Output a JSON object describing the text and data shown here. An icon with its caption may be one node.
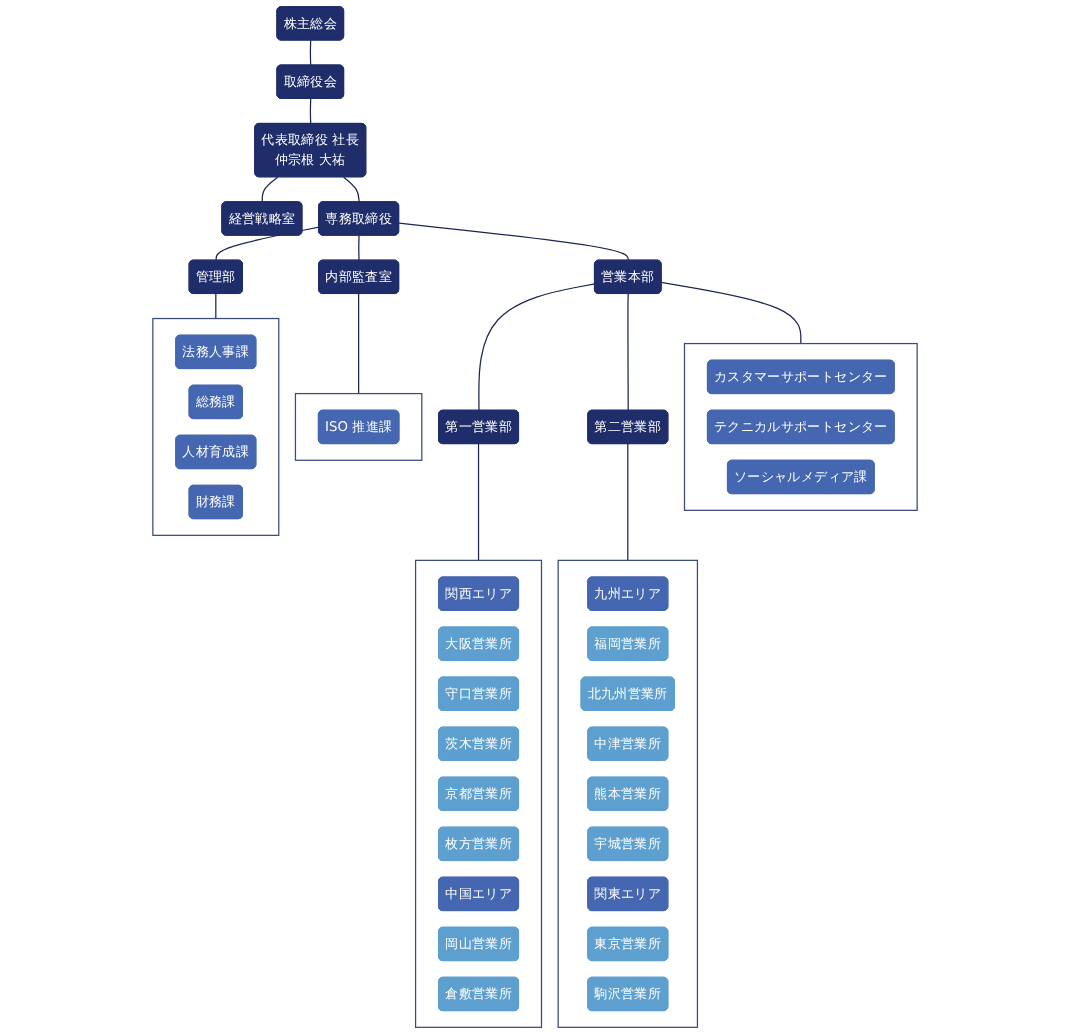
{
  "diagram": {
    "nodes": [
      {
        "text": [
          "株主総会"
        ]
      },
      {
        "text": [
          "取締役会"
        ]
      },
      {
        "text": [
          "代表取締役 社長",
          "仲宗根 大祐"
        ]
      },
      {
        "text": [
          "経営戦略室"
        ]
      },
      {
        "text": [
          "専務取締役"
        ]
      },
      {
        "text": [
          "管理部"
        ]
      },
      {
        "text": [
          "内部監査室"
        ]
      },
      {
        "text": [
          "営業本部"
        ]
      },
      {
        "text": [
          "第一営業部"
        ]
      },
      {
        "text": [
          "第二営業部"
        ]
      },
      {
        "text": [],
        "shape": "box"
      },
      {
        "text": [
          "法務人事課"
        ],
        "in": 10
      },
      {
        "text": [
          "総務課"
        ],
        "in": 10
      },
      {
        "text": [
          "人材育成課"
        ],
        "in": 10
      },
      {
        "text": [
          "財務課"
        ],
        "in": 10
      },
      {
        "text": [],
        "shape": "box"
      },
      {
        "text": [
          "ISO 推進課"
        ],
        "in": 15
      },
      {
        "text": [],
        "shape": "box"
      },
      {
        "text": [
          "カスタマーサポートセンター"
        ],
        "in": 17
      },
      {
        "text": [
          "テクニカルサポートセンター"
        ],
        "in": 17
      },
      {
        "text": [
          "ソーシャルメディア課"
        ],
        "in": 17
      },
      {
        "text": [],
        "shape": "box"
      },
      {
        "text": [
          "関西エリア"
        ],
        "in": 21
      },
      {
        "text": [
          "大阪営業所"
        ],
        "in": 21
      },
      {
        "text": [
          "守口営業所"
        ],
        "in": 21
      },
      {
        "text": [
          "茨木営業所"
        ],
        "in": 21
      },
      {
        "text": [
          "京都営業所"
        ],
        "in": 21
      },
      {
        "text": [
          "枚方営業所"
        ],
        "in": 21
      },
      {
        "text": [
          "中国エリア"
        ],
        "in": 21
      },
      {
        "text": [
          "岡山営業所"
        ],
        "in": 21
      },
      {
        "text": [
          "倉敷営業所"
        ],
        "in": 21
      },
      {
        "text": [],
        "shape": "box"
      },
      {
        "text": [
          "九州エリア"
        ],
        "in": 31
      },
      {
        "text": [
          "福岡営業所"
        ],
        "in": 31
      },
      {
        "text": [
          "北九州営業所"
        ],
        "in": 31
      },
      {
        "text": [
          "中津営業所"
        ],
        "in": 31
      },
      {
        "text": [
          "熊本営業所"
        ],
        "in": 31
      },
      {
        "text": [
          "宇城営業所"
        ],
        "in": 31
      },
      {
        "text": [
          "関東エリア"
        ],
        "in": 31
      },
      {
        "text": [
          "東京営業所"
        ],
        "in": 31
      },
      {
        "text": [
          "駒沢営業所"
        ],
        "in": 31
      }
    ],
    "edges": [
      {
        "from": 0,
        "to": 1,
        "arrow": "none"
      },
      {
        "from": 1,
        "to": 2,
        "arrow": "none"
      },
      {
        "from": 2,
        "to": 3,
        "arrow": "none"
      },
      {
        "from": 2,
        "to": 4,
        "arrow": "none"
      },
      {
        "from": 4,
        "to": 5,
        "arrow": "none"
      },
      {
        "from": 4,
        "to": 6,
        "arrow": "none"
      },
      {
        "from": 4,
        "to": 7,
        "arrow": "none"
      },
      {
        "from": 5,
        "to": 10,
        "arrow": "none"
      },
      {
        "from": 6,
        "to": 15,
        "arrow": "none"
      },
      {
        "from": 7,
        "to": 17,
        "arrow": "none"
      },
      {
        "from": 7,
        "to": 8,
        "arrow": "none"
      },
      {
        "from": 7,
        "to": 9,
        "arrow": "none"
      },
      {
        "from": 8,
        "to": 21,
        "arrow": "none"
      },
      {
        "from": 9,
        "to": 31,
        "arrow": "none"
      }
    ]
  }
}
